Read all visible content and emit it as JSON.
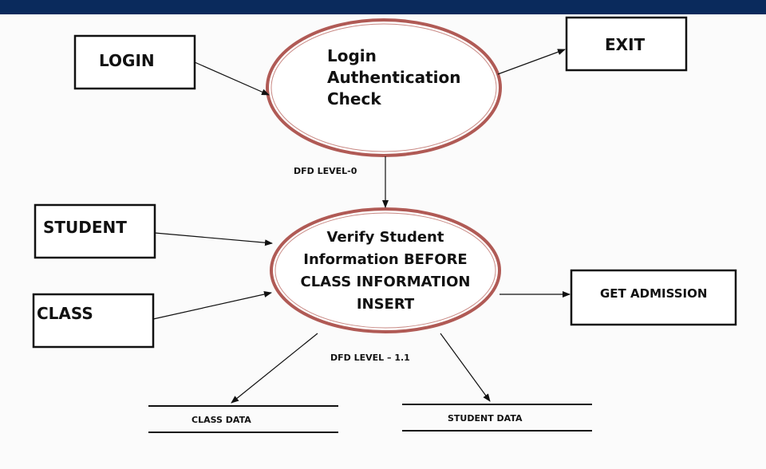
{
  "colors": {
    "top_bar": "#0a2a5c",
    "process_ring": "#b05a55",
    "line": "#111111",
    "background": "#fbfbfb"
  },
  "entities": {
    "login": "LOGIN",
    "exit": "EXIT",
    "student": "STUDENT",
    "class": "CLASS",
    "get_admission": "GET ADMISSION"
  },
  "processes": {
    "login_check": [
      "Login",
      "Authentication",
      "Check"
    ],
    "verify_student": [
      "Verify Student",
      "Information BEFORE",
      "CLASS INFORMATION",
      "INSERT"
    ]
  },
  "levels": {
    "level_0": "DFD LEVEL-0",
    "level_1_1": "DFD LEVEL – 1.1"
  },
  "data_stores": {
    "class_data": "CLASS DATA",
    "student_data": "STUDENT DATA"
  }
}
